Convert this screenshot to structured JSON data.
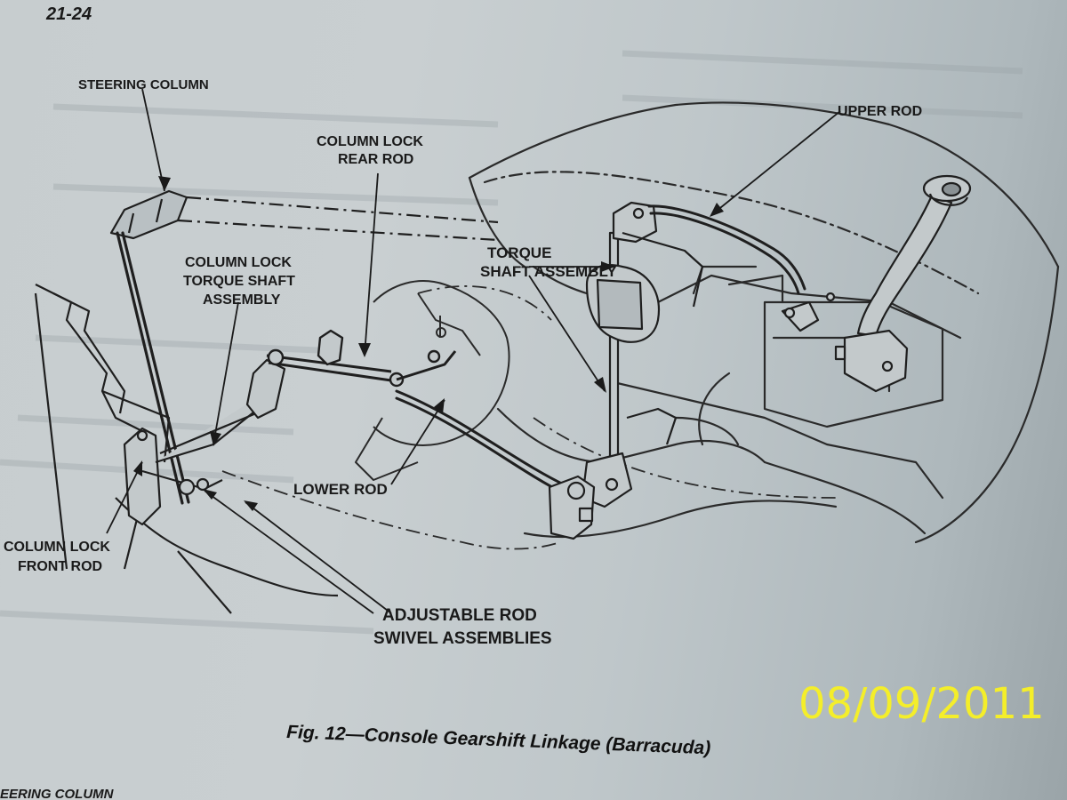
{
  "page_number": "21-24",
  "labels": {
    "steering_column": "STEERING COLUMN",
    "column_lock_rear_rod_1": "COLUMN LOCK",
    "column_lock_rear_rod_2": "REAR ROD",
    "upper_rod": "UPPER ROD",
    "column_lock_torque_1": "COLUMN LOCK",
    "column_lock_torque_2": "TORQUE SHAFT",
    "column_lock_torque_3": "ASSEMBLY",
    "torque_shaft_1": "TORQUE",
    "torque_shaft_2": "SHAFT ASSEMBLY",
    "lower_rod": "LOWER ROD",
    "column_lock_front_1": "COLUMN LOCK",
    "column_lock_front_2": "FRONT ROD",
    "adjustable_1": "ADJUSTABLE ROD",
    "adjustable_2": "SWIVEL ASSEMBLIES"
  },
  "caption": "Fig. 12—Console Gearshift Linkage (Barracuda)",
  "date_stamp": "08/09/2011",
  "footer_fragment": "EERING COLUMN",
  "colors": {
    "date_stamp": "#f4ee2a",
    "ink": "#1a1a1a",
    "paper": "#c9cfd1"
  }
}
